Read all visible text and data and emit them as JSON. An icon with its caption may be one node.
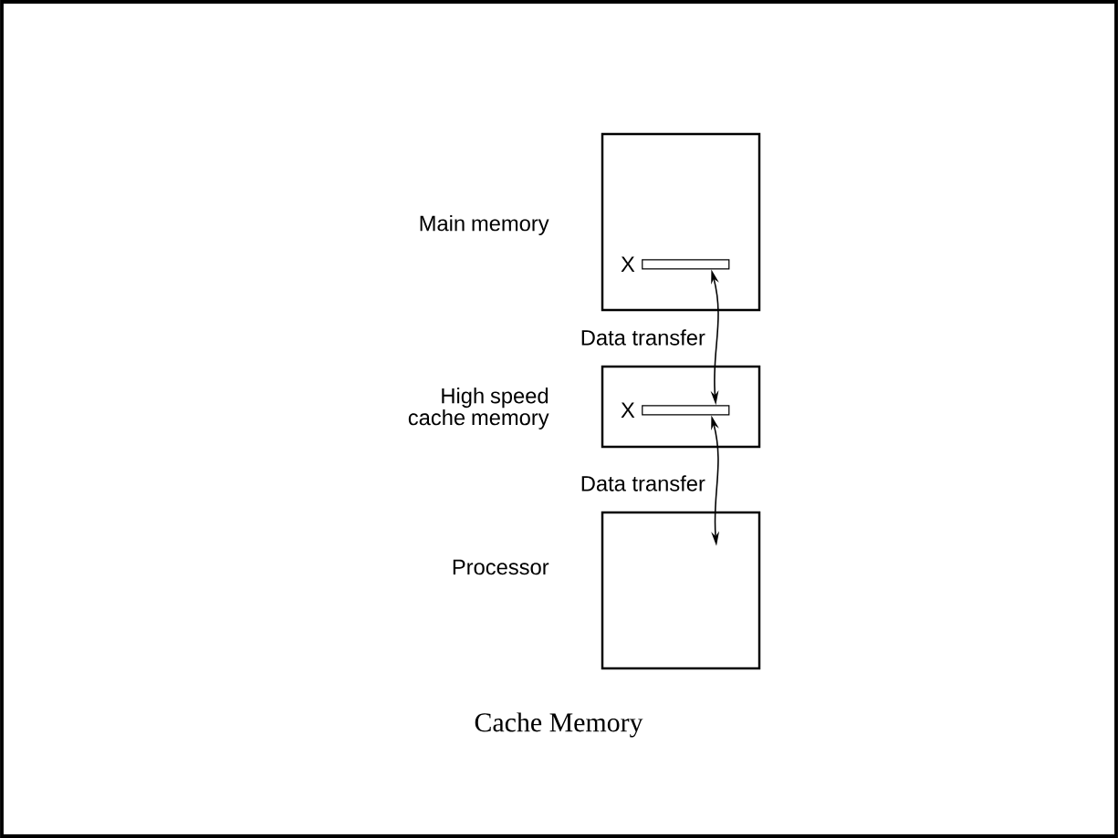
{
  "diagram": {
    "caption": "Cache Memory",
    "nodes": [
      {
        "text": [
          "Main memory"
        ]
      },
      {
        "text": [],
        "shape": "bar",
        "in": 0,
        "beside": [
          "X"
        ]
      },
      {
        "text": [
          "High speed cache memory"
        ]
      },
      {
        "text": [],
        "shape": "bar",
        "in": 2,
        "beside": [
          "X"
        ]
      },
      {
        "text": [
          "Processor"
        ]
      }
    ],
    "edges": [
      {
        "from": 1,
        "to": 3,
        "arrow": "both",
        "label": "Data transfer"
      },
      {
        "from": 3,
        "to": 4,
        "arrow": "both",
        "label": "Data transfer"
      }
    ]
  }
}
